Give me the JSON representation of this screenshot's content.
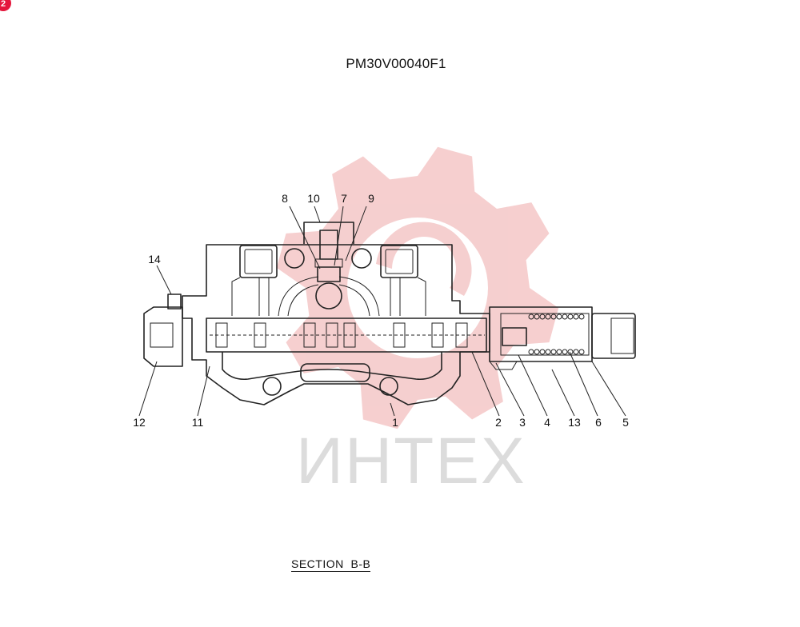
{
  "page": {
    "badge": "2",
    "drawing_code": "PM30V00040F1",
    "section_label": "SECTION  B-B",
    "watermark_text": "ИНТЕХ"
  },
  "colors": {
    "watermark_gear": "#f4c7c7",
    "watermark_text": "#dcdcdc",
    "badge": "#e4173c",
    "line": "#222222"
  },
  "callouts": [
    {
      "id": "8",
      "label": "8"
    },
    {
      "id": "10",
      "label": "10"
    },
    {
      "id": "7",
      "label": "7"
    },
    {
      "id": "9",
      "label": "9"
    },
    {
      "id": "14",
      "label": "14"
    },
    {
      "id": "12",
      "label": "12"
    },
    {
      "id": "11",
      "label": "11"
    },
    {
      "id": "1",
      "label": "1"
    },
    {
      "id": "2",
      "label": "2"
    },
    {
      "id": "3",
      "label": "3"
    },
    {
      "id": "4",
      "label": "4"
    },
    {
      "id": "13",
      "label": "13"
    },
    {
      "id": "6",
      "label": "6"
    },
    {
      "id": "5",
      "label": "5"
    }
  ]
}
